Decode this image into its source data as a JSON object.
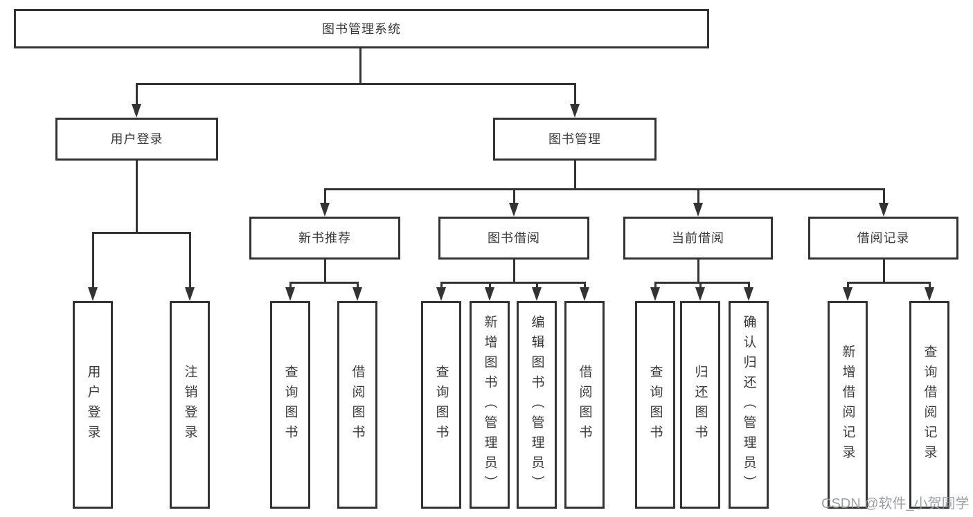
{
  "diagram": {
    "root": {
      "label": "图书管理系统"
    },
    "branches": {
      "user_login": {
        "label": "用户登录"
      },
      "book_mgmt": {
        "label": "图书管理"
      },
      "new_book_rec": {
        "label": "新书推荐"
      },
      "book_borrow": {
        "label": "图书借阅"
      },
      "current_borrow": {
        "label": "当前借阅"
      },
      "borrow_records": {
        "label": "借阅记录"
      }
    },
    "leaves": {
      "user_login": {
        "label": "用户登录"
      },
      "logout": {
        "label": "注销登录"
      },
      "rec_query_books": {
        "label": "查询图书"
      },
      "rec_borrow_books": {
        "label": "借阅图书"
      },
      "bb_query_books": {
        "label": "查询图书"
      },
      "bb_add_books": {
        "label": "新增图书（管理员）"
      },
      "bb_edit_books": {
        "label": "编辑图书（管理员）"
      },
      "bb_borrow_books": {
        "label": "借阅图书"
      },
      "cb_query_books": {
        "label": "查询图书"
      },
      "cb_return_books": {
        "label": "归还图书"
      },
      "cb_confirm_return": {
        "label": "确认归还（管理员）"
      },
      "br_add_record": {
        "label": "新增借阅记录"
      },
      "br_query_record": {
        "label": "查询借阅记录"
      }
    },
    "line_color": "#333333"
  },
  "watermark": {
    "text": "CSDN @软件_小贺同学"
  }
}
